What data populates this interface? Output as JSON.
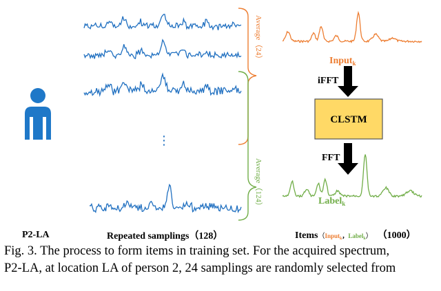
{
  "labels": {
    "p2la": "P2-LA",
    "repeated": "Repeated samplings",
    "repeated_count": "（128）",
    "dots": "⋮",
    "avg_top": "Average（24）",
    "avg_bottom": "Average（124）",
    "input": "Input",
    "input_sub": "k",
    "ifft": "iFFT",
    "clstm": "CLSTM",
    "fft": "FFT",
    "label": "Label",
    "label_sub": "k",
    "items": "Items",
    "items_paren_open": "（",
    "items_input": "Input",
    "items_input_sub": "k",
    "items_sep": "，",
    "items_label": "Label",
    "items_label_sub": "k",
    "items_paren_close": "）",
    "items_count": "（1000）"
  },
  "caption": {
    "line1": "Fig. 3. The process to form items in training set. For the acquired spectrum,",
    "line2": "P2-LA, at location LA of person 2, 24 samplings are randomly selected from"
  },
  "colors": {
    "person": "#1f78c8",
    "signal": "#1f6fc0",
    "input_orange": "#ed7d31",
    "label_green": "#70ad47",
    "clstm_fill": "#ffd966",
    "arrow": "#000000"
  }
}
